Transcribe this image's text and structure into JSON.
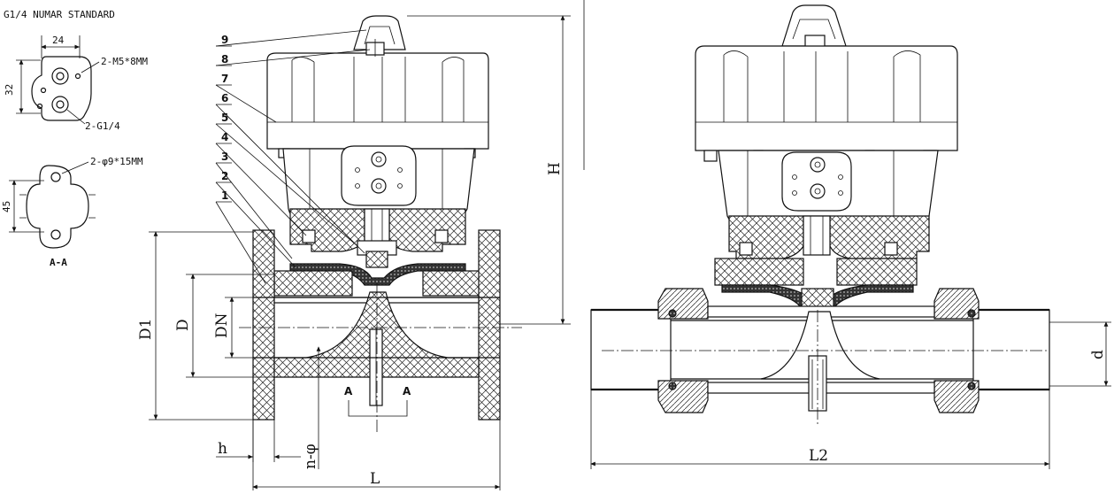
{
  "detail": {
    "title": "G1/4 NUMAR STANDARD",
    "dim_width": "24",
    "dim_height": "32",
    "label_m5": "2-M5*8MM",
    "label_g14": "2-G1/4",
    "label_slot": "2-φ9*15MM",
    "dim_slot_height": "45",
    "section_label": "A-A"
  },
  "flanged_valve": {
    "part_numbers": [
      "9",
      "8",
      "7",
      "6",
      "5",
      "4",
      "3",
      "2",
      "1"
    ],
    "dim_H": "H",
    "dim_D1": "D1",
    "dim_D": "D",
    "dim_DN": "DN",
    "dim_h": "h",
    "dim_n_phi": "n-φ",
    "dim_L": "L",
    "section_mark_left": "A",
    "section_mark_right": "A"
  },
  "union_valve": {
    "dim_d": "d",
    "dim_L2": "L2"
  }
}
